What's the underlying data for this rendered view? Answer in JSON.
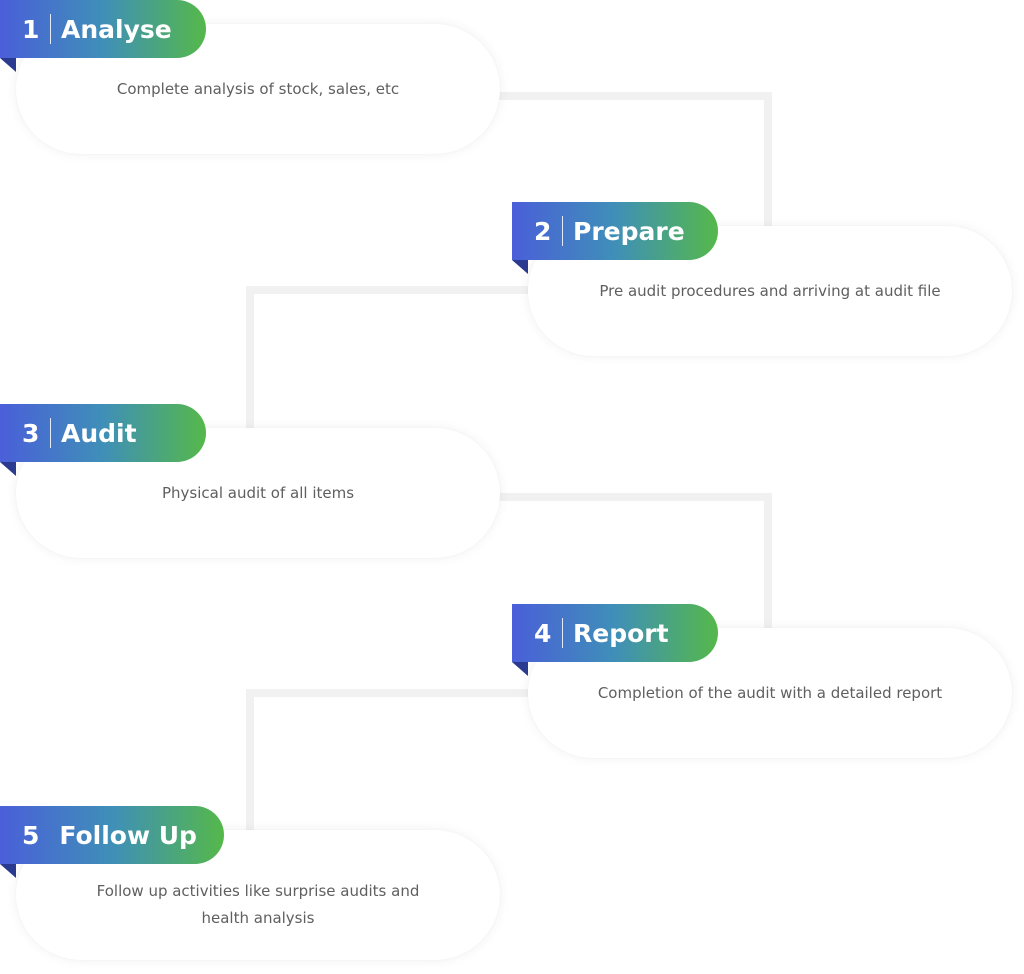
{
  "steps": [
    {
      "number": "1",
      "title": "Analyse",
      "description": "Complete analysis of stock, sales, etc"
    },
    {
      "number": "2",
      "title": "Prepare",
      "description": "Pre audit procedures and arriving at audit file"
    },
    {
      "number": "3",
      "title": "Audit",
      "description": "Physical audit of all items"
    },
    {
      "number": "4",
      "title": "Report",
      "description": "Completion of the audit with a detailed report"
    },
    {
      "number": "5",
      "title": "Follow Up",
      "description": "Follow up activities like surprise audits and health analysis"
    }
  ],
  "colors": {
    "gradient_start": "#4a5fd9",
    "gradient_mid": "#3f8fb8",
    "gradient_end": "#55b84a",
    "fold": "#2a3a8e",
    "description_text": "#5f5f5f",
    "connector": "#f2f2f2"
  }
}
